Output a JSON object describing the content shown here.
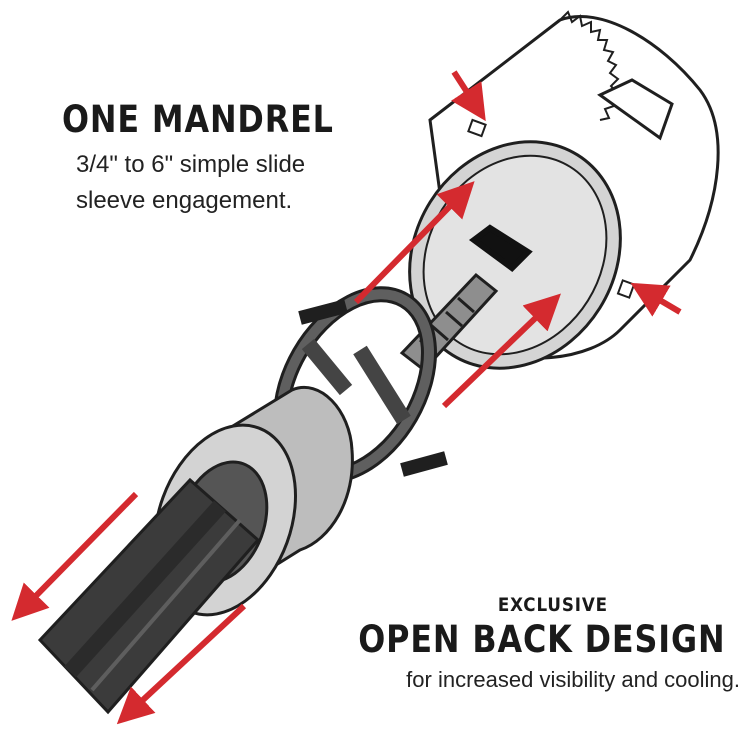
{
  "callouts": {
    "one_mandrel": {
      "heading": "ONE MANDREL",
      "lines": [
        "3/4\" to 6\" simple slide",
        "sleeve engagement."
      ]
    },
    "open_back": {
      "eyebrow": "EXCLUSIVE",
      "heading": "OPEN BACK DESIGN",
      "line": "for increased visibility and cooling."
    }
  },
  "colors": {
    "arrow": "#d42a2f",
    "outline": "#1f1f1f",
    "metal_light": "#d9d9d9",
    "metal_mid": "#a7a7a7",
    "metal_dark": "#4a4a4a"
  },
  "icons": {
    "arrows": "arrow-icon"
  }
}
